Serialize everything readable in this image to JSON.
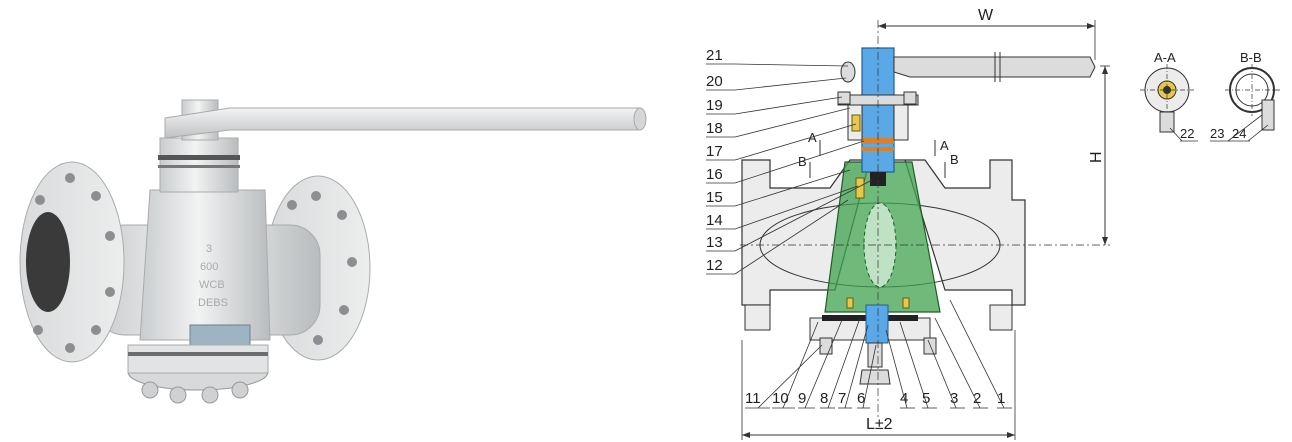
{
  "photo": {
    "casting_marks": [
      "3",
      "600",
      "WCB",
      "DEBS"
    ]
  },
  "drawing": {
    "dimensions": {
      "width": "W",
      "height": "H",
      "length": "L±2"
    },
    "section_marks": [
      "A",
      "A",
      "B",
      "B"
    ],
    "section_titles": {
      "aa": "A-A",
      "bb": "B-B"
    },
    "part_numbers_left": [
      "21",
      "20",
      "19",
      "18",
      "17",
      "16",
      "15",
      "14",
      "13",
      "12"
    ],
    "part_numbers_bottom": [
      "11",
      "10",
      "9",
      "8",
      "7",
      "6",
      "4",
      "5",
      "3",
      "2",
      "1"
    ],
    "detail_numbers": [
      "22",
      "23",
      "24"
    ],
    "colors": {
      "stem": "#5aa9e6",
      "plug": "#3fa34d",
      "body": "#ececec",
      "packing": "#e6c84a"
    }
  }
}
